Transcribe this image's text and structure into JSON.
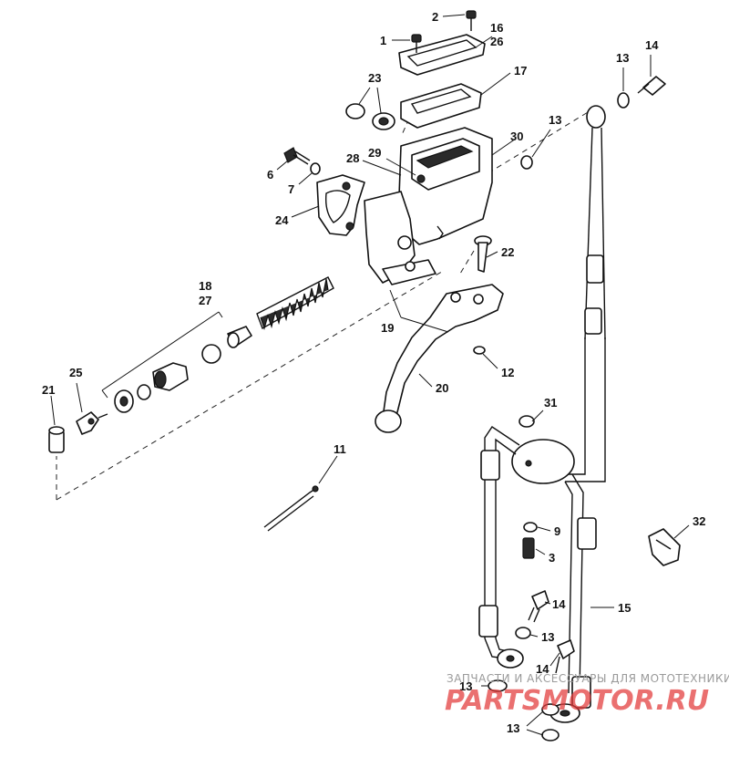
{
  "callouts": {
    "c1": "1",
    "c2": "2",
    "c16": "16",
    "c26": "26",
    "c17": "17",
    "c23": "23",
    "c13a": "13",
    "c14a": "14",
    "c13b": "13",
    "c30": "30",
    "c28": "28",
    "c29": "29",
    "c6": "6",
    "c7": "7",
    "c24": "24",
    "c22": "22",
    "c18": "18",
    "c27": "27",
    "c19": "19",
    "c12": "12",
    "c20": "20",
    "c25": "25",
    "c21": "21",
    "c31": "31",
    "c11": "11",
    "c9": "9",
    "c3": "3",
    "c32": "32",
    "c14b": "14",
    "c15": "15",
    "c13c": "13",
    "c14c": "14",
    "c13d": "13",
    "c13e": "13"
  },
  "watermark": {
    "caption": "ЗАПЧАСТИ И АКСЕССУАРЫ ДЛЯ МОТОТЕХНИКИ",
    "brand": "PARTSMOTOR.RU"
  }
}
